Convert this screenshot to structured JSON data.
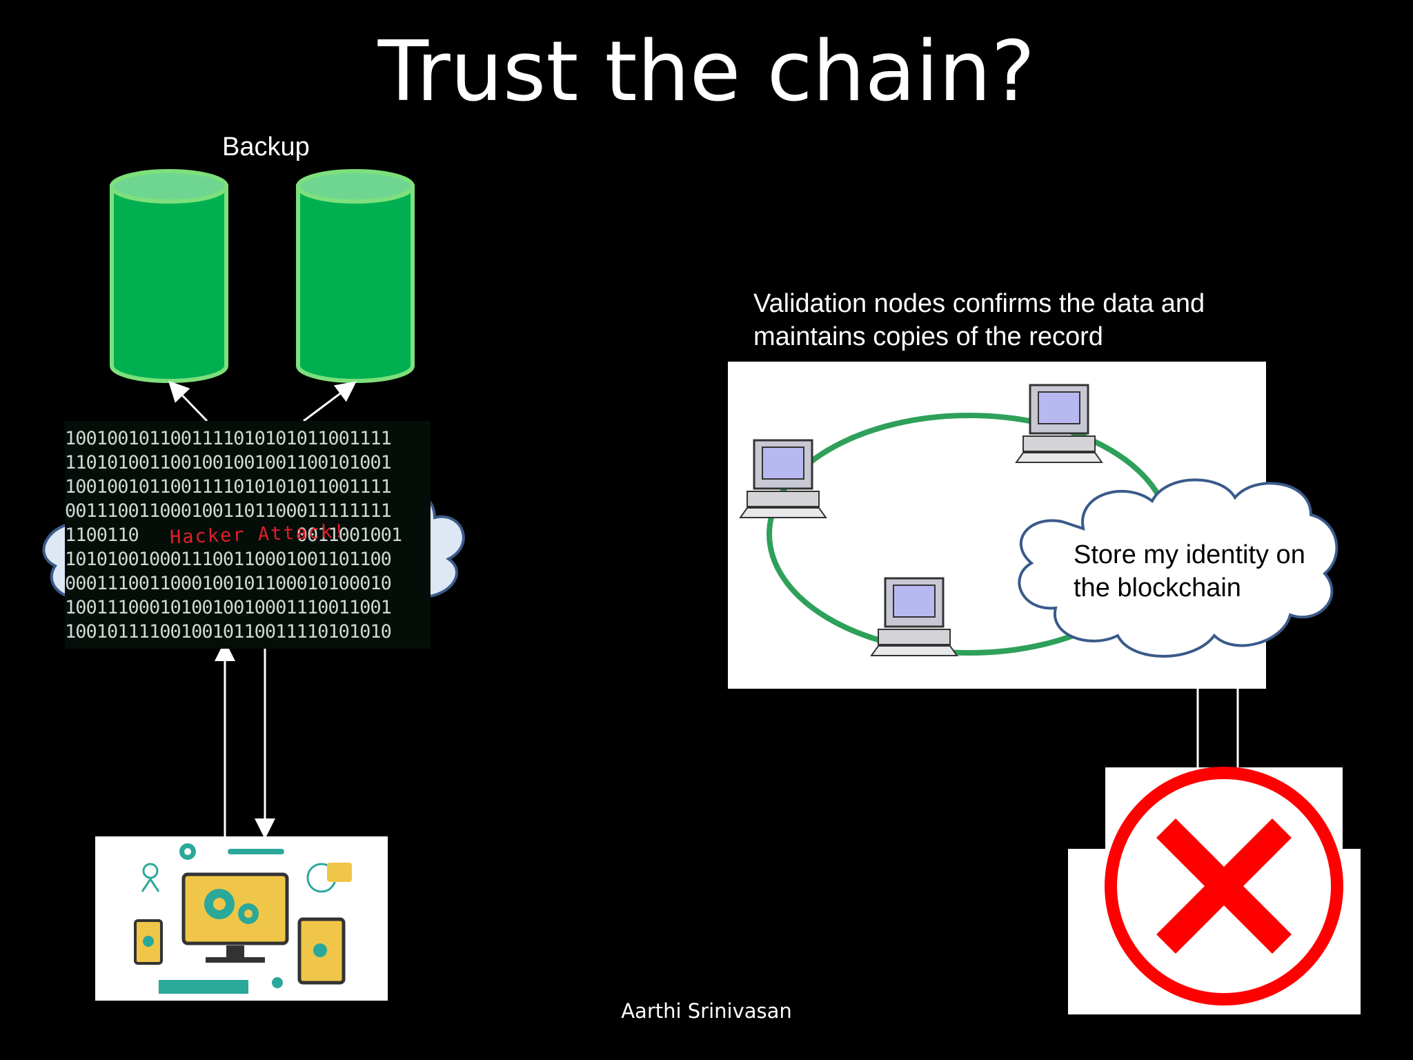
{
  "title": "Trust the chain?",
  "left": {
    "backup_label": "Backup",
    "hacker_text": "Hacker Attack!",
    "binary_rows": [
      "1001001011001111010101011001111",
      "1101010011001001001001100101001",
      "1001001011001111010101011001111",
      "0011100110001001101100011111111",
      "1100110               0011001001",
      "1010100100011100110001001101100",
      "0001110011000100101100010100010",
      "1001110001010010010001110011001",
      "1001011110010010110011110101010"
    ]
  },
  "right": {
    "validation_label_line1": "Validation nodes confirms the data and",
    "validation_label_line2": "maintains copies of the record",
    "cloud_line1": "Store my identity on",
    "cloud_line2": "the blockchain"
  },
  "footer": "Aarthi Srinivasan",
  "colors": {
    "background": "#000000",
    "cylinder_fill": "#00b050",
    "cylinder_top": "#6fd691",
    "cylinder_edge": "#7ee07c",
    "ring": "#2ea05a",
    "cloud_stroke": "#3a5a8a",
    "x_red": "#ff0000"
  },
  "icons": [
    "database-cylinder-icon",
    "computer-node-icon",
    "devices-illustration-icon",
    "red-x-icon",
    "cloud-icon"
  ]
}
